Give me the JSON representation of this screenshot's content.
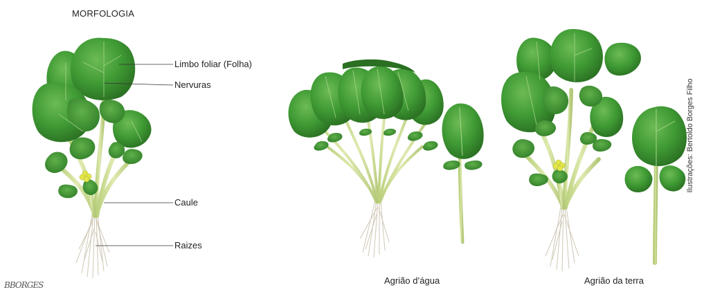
{
  "title": "MORFOLOGIA",
  "labels": {
    "limbo": "Limbo foliar (Folha)",
    "nervuras": "Nervuras",
    "caule": "Caule",
    "raizes": "Raizes"
  },
  "captions": {
    "agua": "Agrião d’água",
    "terra": "Agrião da terra"
  },
  "credit": "Ilustrações: Bertoldo Borges Filho",
  "signature": "BBORGES",
  "colors": {
    "leaf_dark": "#2f7d27",
    "leaf_mid": "#3f9a34",
    "leaf_light": "#6dbb55",
    "stem": "#c9dc8e",
    "root": "#cfc7b5",
    "flower": "#e3e64a"
  }
}
